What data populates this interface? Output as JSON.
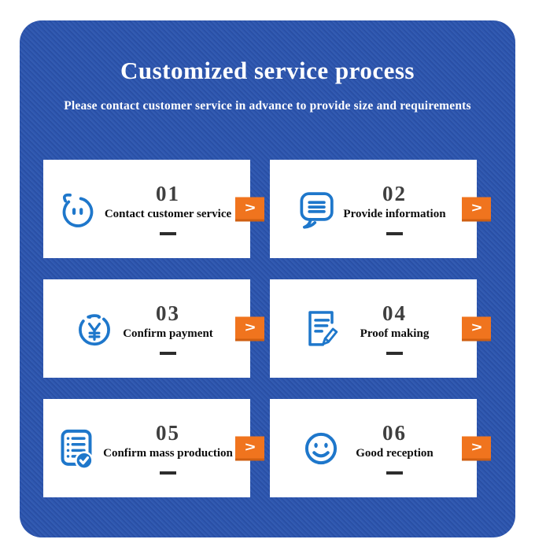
{
  "header": {
    "title": "Customized service process",
    "subtitle": "Please contact customer service in advance to provide size and requirements"
  },
  "steps": [
    {
      "number": "01",
      "label": "Contact customer service",
      "icon": "chat-face-icon"
    },
    {
      "number": "02",
      "label": "Provide information",
      "icon": "speech-bubble-lines-icon"
    },
    {
      "number": "03",
      "label": "Confirm payment",
      "icon": "yuan-coin-icon"
    },
    {
      "number": "04",
      "label": "Proof making",
      "icon": "document-pencil-icon"
    },
    {
      "number": "05",
      "label": "Confirm mass production",
      "icon": "checklist-check-icon"
    },
    {
      "number": "06",
      "label": "Good reception",
      "icon": "smiley-face-icon"
    }
  ],
  "ui": {
    "arrow_glyph": ">"
  },
  "colors": {
    "panel_blue": "#2d56af",
    "icon_blue": "#1e77cb",
    "arrow_orange": "#f0741e",
    "arrow_orange_dark": "#cf5f12",
    "number_gray": "#3f3f3f",
    "text_black": "#0d0d0d",
    "card_white": "#ffffff"
  }
}
